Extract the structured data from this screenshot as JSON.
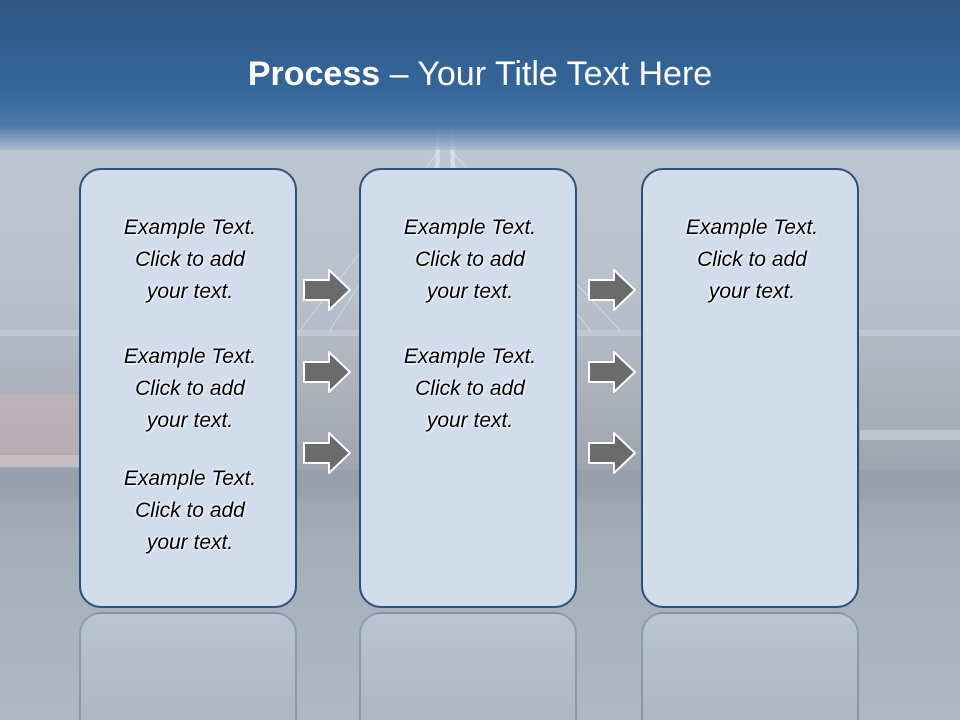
{
  "title": {
    "bold": "Process",
    "rest": " – Your Title Text Here"
  },
  "columns": [
    {
      "items": [
        {
          "line1": "Example Text.",
          "line2": "Click  to add",
          "line3": "your text."
        },
        {
          "line1": "Example Text.",
          "line2": "Click  to add",
          "line3": "your text."
        },
        {
          "line1": "Example Text.",
          "line2": "Click  to add",
          "line3": "your text."
        }
      ]
    },
    {
      "items": [
        {
          "line1": "Example Text.",
          "line2": "Click  to add",
          "line3": "your text."
        },
        {
          "line1": "Example Text.",
          "line2": "Click  to add",
          "line3": "your text."
        }
      ]
    },
    {
      "items": [
        {
          "line1": "Example Text.",
          "line2": "Click  to add",
          "line3": "your text."
        }
      ]
    }
  ],
  "colors": {
    "title_bar": "#35669a",
    "box_fill": "#d1dced",
    "box_border": "#2f4f78",
    "arrow_fill": "#6b6b6b"
  },
  "icons": {
    "connector": "right-arrow-icon"
  }
}
